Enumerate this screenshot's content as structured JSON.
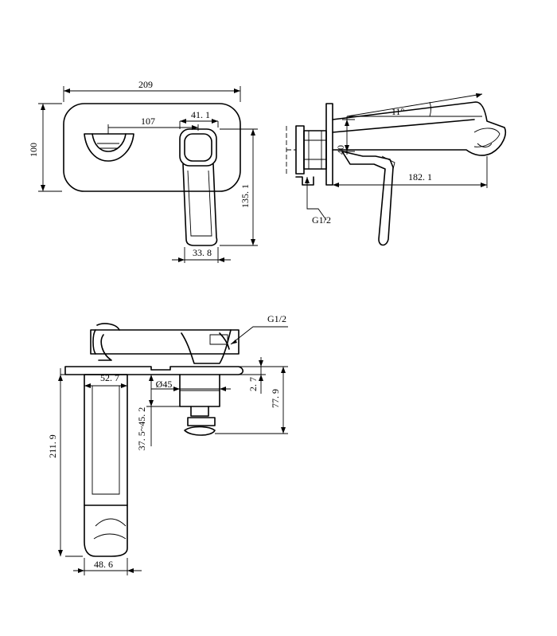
{
  "dimensions": {
    "width_209": "209",
    "height_100": "100",
    "offset_107": "107",
    "offset_41_1": "41. 1",
    "handle_33_8": "33. 8",
    "height_135_1": "135. 1",
    "angle_11": "11°",
    "depth_40": "40",
    "reach_182_1": "182. 1",
    "thread_side": "G1/2",
    "thread_bottom": "G1/2",
    "width_52_7": "52. 7",
    "dia_45": "Ø45",
    "range_37_5_45_2": "37. 5~45. 2",
    "plate_2_7": "2. 7",
    "depth_77_9": "77. 9",
    "height_211_9": "211. 9",
    "width_48_6": "48. 6"
  }
}
